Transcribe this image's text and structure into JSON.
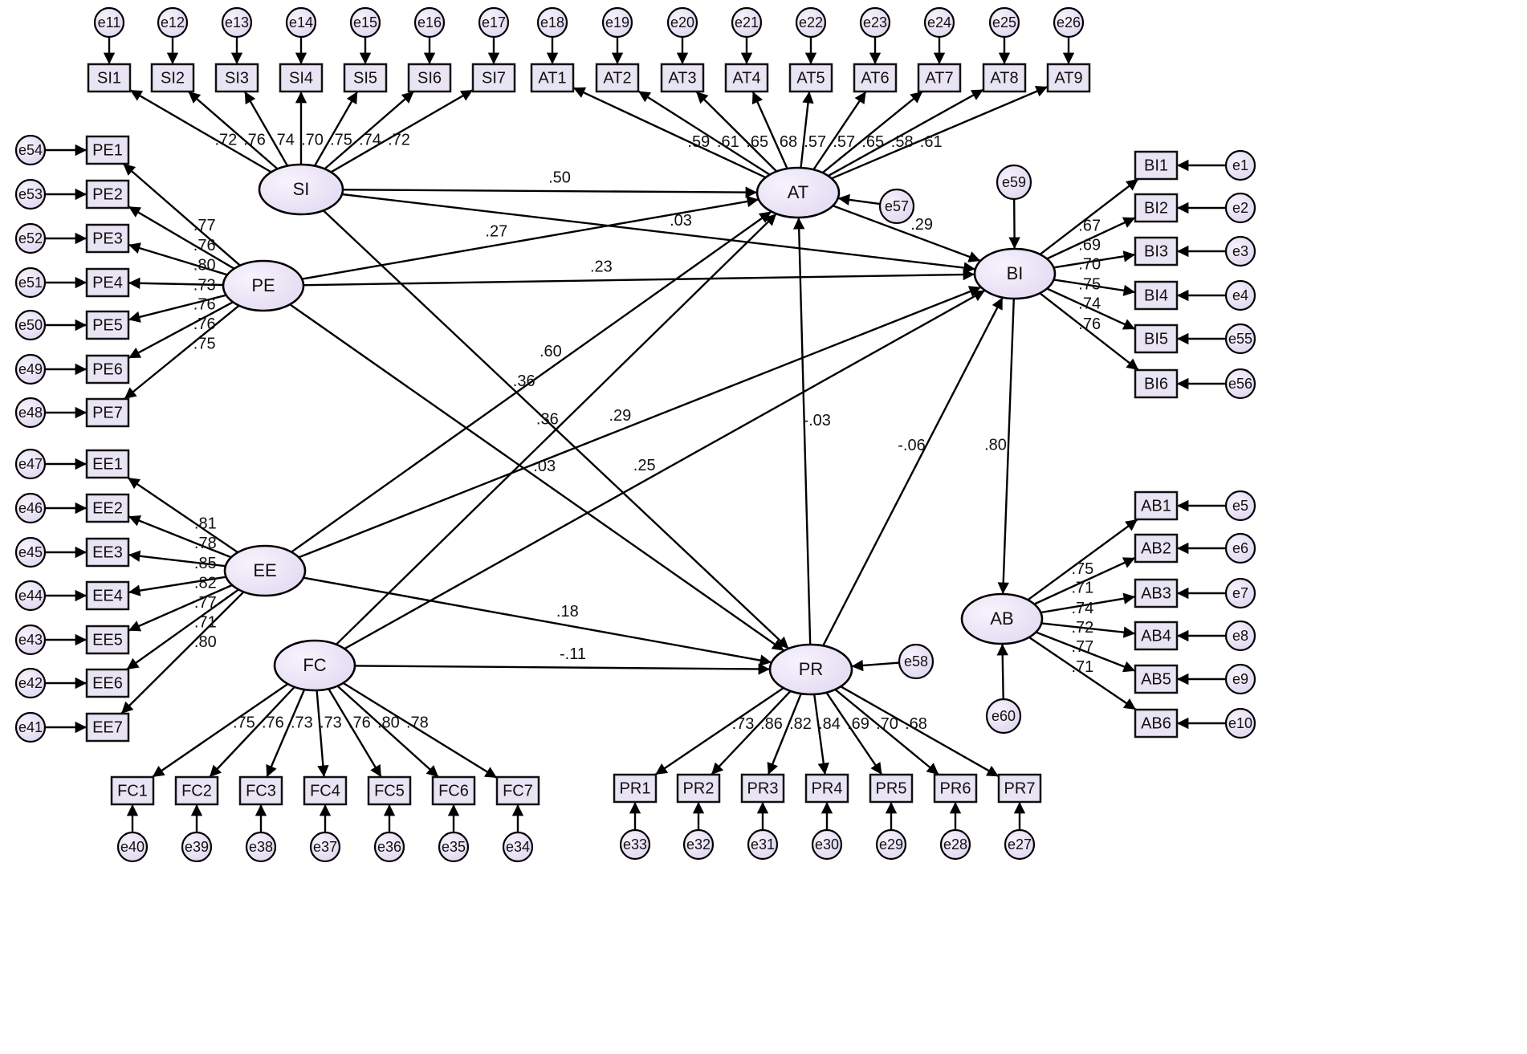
{
  "colors": {
    "node_fill": "#e9e4f3",
    "latent_fill": "#eae3f6",
    "stroke": "#000000"
  },
  "latents": [
    "SI",
    "PE",
    "EE",
    "FC",
    "AT",
    "BI",
    "PR",
    "AB"
  ],
  "error_terms": {
    "SI1": "e11",
    "SI2": "e12",
    "SI3": "e13",
    "SI4": "e14",
    "SI5": "e15",
    "SI6": "e16",
    "SI7": "e17",
    "AT1": "e18",
    "AT2": "e19",
    "AT3": "e20",
    "AT4": "e21",
    "AT5": "e22",
    "AT6": "e23",
    "AT7": "e24",
    "AT8": "e25",
    "AT9": "e26",
    "PE1": "e54",
    "PE2": "e53",
    "PE3": "e52",
    "PE4": "e51",
    "PE5": "e50",
    "PE6": "e49",
    "PE7": "e48",
    "EE1": "e47",
    "EE2": "e46",
    "EE3": "e45",
    "EE4": "e44",
    "EE5": "e43",
    "EE6": "e42",
    "EE7": "e41",
    "FC1": "e40",
    "FC2": "e39",
    "FC3": "e38",
    "FC4": "e37",
    "FC5": "e36",
    "FC6": "e35",
    "FC7": "e34",
    "PR1": "e33",
    "PR2": "e32",
    "PR3": "e31",
    "PR4": "e30",
    "PR5": "e29",
    "PR6": "e28",
    "PR7": "e27",
    "BI1": "e1",
    "BI2": "e2",
    "BI3": "e3",
    "BI4": "e4",
    "BI5": "e55",
    "BI6": "e56",
    "AB1": "e5",
    "AB2": "e6",
    "AB3": "e7",
    "AB4": "e8",
    "AB5": "e9",
    "AB6": "e10"
  },
  "structural_disturbances": {
    "AT": "e57",
    "PR": "e58",
    "BI": "e59",
    "AB": "e60"
  },
  "loadings": {
    "SI": {
      "SI1": ".72",
      "SI2": ".76",
      "SI3": ".74",
      "SI4": ".70",
      "SI5": ".75",
      "SI6": ".74",
      "SI7": ".72"
    },
    "AT": {
      "AT1": ".59",
      "AT2": ".61",
      "AT3": ".65",
      "AT4": ".68",
      "AT5": ".57",
      "AT6": ".57",
      "AT7": ".65",
      "AT8": ".58",
      "AT9": ".61"
    },
    "PE": {
      "PE1": ".77",
      "PE2": ".76",
      "PE3": ".80",
      "PE4": ".73",
      "PE5": ".76",
      "PE6": ".76",
      "PE7": ".75"
    },
    "EE": {
      "EE1": ".81",
      "EE2": ".78",
      "EE3": ".85",
      "EE4": ".82",
      "EE5": ".77",
      "EE6": ".71",
      "EE7": ".80"
    },
    "FC": {
      "FC1": ".75",
      "FC2": ".76",
      "FC3": ".73",
      "FC4": ".73",
      "FC5": ".76",
      "FC6": ".80",
      "FC7": ".78"
    },
    "PR": {
      "PR1": ".73",
      "PR2": ".86",
      "PR3": ".82",
      "PR4": ".84",
      "PR5": ".69",
      "PR6": ".70",
      "PR7": ".68"
    },
    "BI": {
      "BI1": ".67",
      "BI2": ".69",
      "BI3": ".70",
      "BI4": ".75",
      "BI5": ".74",
      "BI6": ".76"
    },
    "AB": {
      "AB1": ".75",
      "AB2": ".71",
      "AB3": ".74",
      "AB4": ".72",
      "AB5": ".77",
      "AB6": ".71"
    }
  },
  "paths": [
    {
      "from": "SI",
      "to": "AT",
      "coef": ".50"
    },
    {
      "from": "SI",
      "to": "BI",
      "coef": ".03"
    },
    {
      "from": "SI",
      "to": "PR",
      "coef": ".36"
    },
    {
      "from": "PE",
      "to": "AT",
      "coef": ".27"
    },
    {
      "from": "PE",
      "to": "BI",
      "coef": ".23"
    },
    {
      "from": "PE",
      "to": "PR",
      "coef": ".03"
    },
    {
      "from": "EE",
      "to": "AT",
      "coef": ".60"
    },
    {
      "from": "EE",
      "to": "BI",
      "coef": ".29"
    },
    {
      "from": "EE",
      "to": "PR",
      "coef": ".18"
    },
    {
      "from": "FC",
      "to": "AT",
      "coef": ".36"
    },
    {
      "from": "FC",
      "to": "BI",
      "coef": ".25"
    },
    {
      "from": "FC",
      "to": "PR",
      "coef": "-.11"
    },
    {
      "from": "PR",
      "to": "AT",
      "coef": "-.03"
    },
    {
      "from": "PR",
      "to": "BI",
      "coef": "-.06"
    },
    {
      "from": "AT",
      "to": "BI",
      "coef": ".29"
    },
    {
      "from": "BI",
      "to": "AB",
      "coef": ".80"
    }
  ]
}
